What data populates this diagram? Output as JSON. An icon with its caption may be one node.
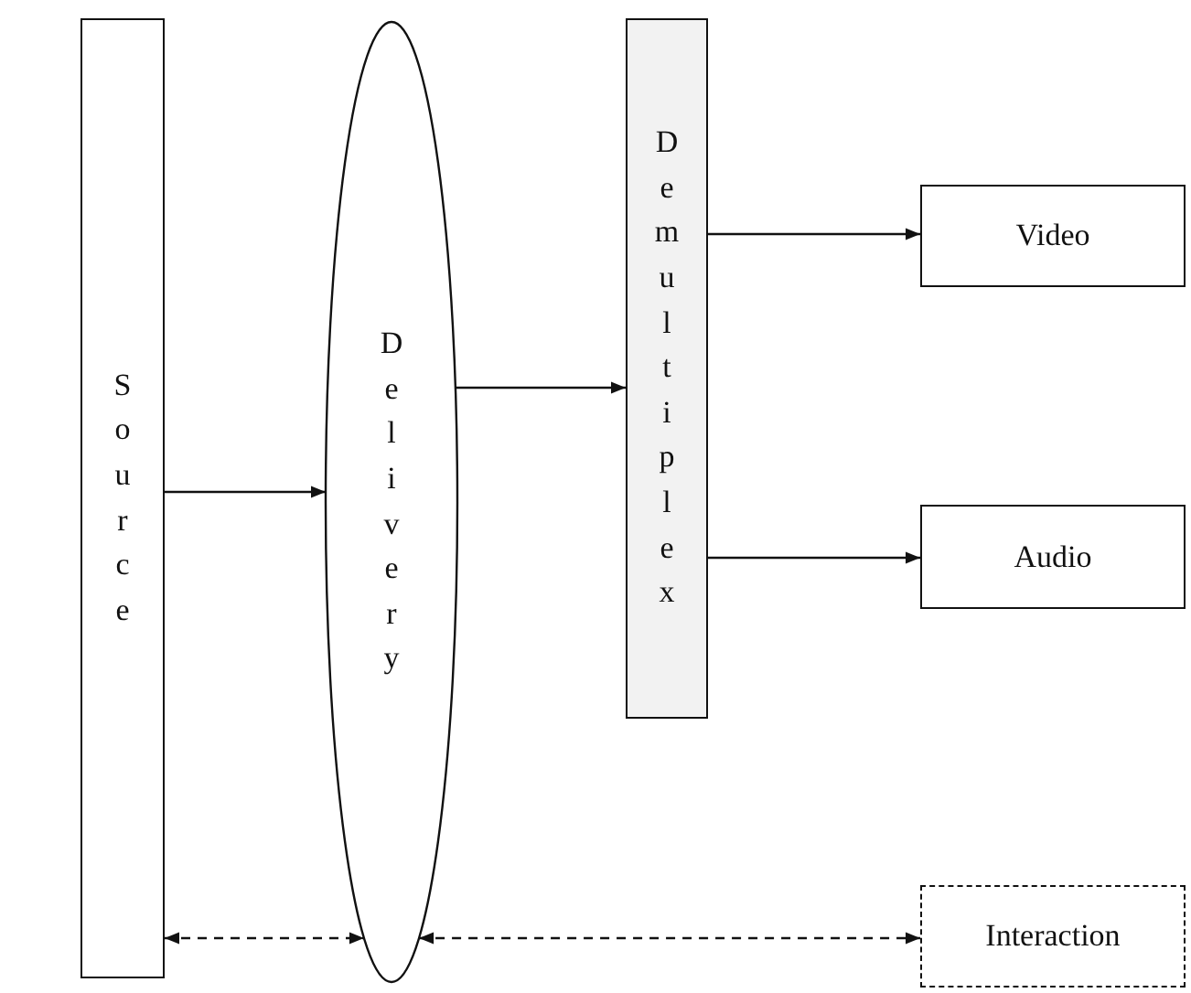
{
  "diagram": {
    "nodes": [
      {
        "text": [
          "Source"
        ]
      },
      {
        "text": [
          "Delivery"
        ]
      },
      {
        "text": [
          "Demultiplex"
        ]
      },
      {
        "text": [
          "Video"
        ]
      },
      {
        "text": [
          "Audio"
        ]
      },
      {
        "text": [
          "Interaction"
        ]
      }
    ],
    "edges": [
      {
        "from": 0,
        "to": 1,
        "arrow": "to"
      },
      {
        "from": 1,
        "to": 2,
        "arrow": "to"
      },
      {
        "from": 2,
        "to": 3,
        "arrow": "to"
      },
      {
        "from": 2,
        "to": 4,
        "arrow": "to"
      },
      {
        "from": 0,
        "to": 1,
        "arrow": "both",
        "style": "dashed"
      },
      {
        "from": 1,
        "to": 5,
        "arrow": "both",
        "style": "dashed"
      }
    ]
  }
}
